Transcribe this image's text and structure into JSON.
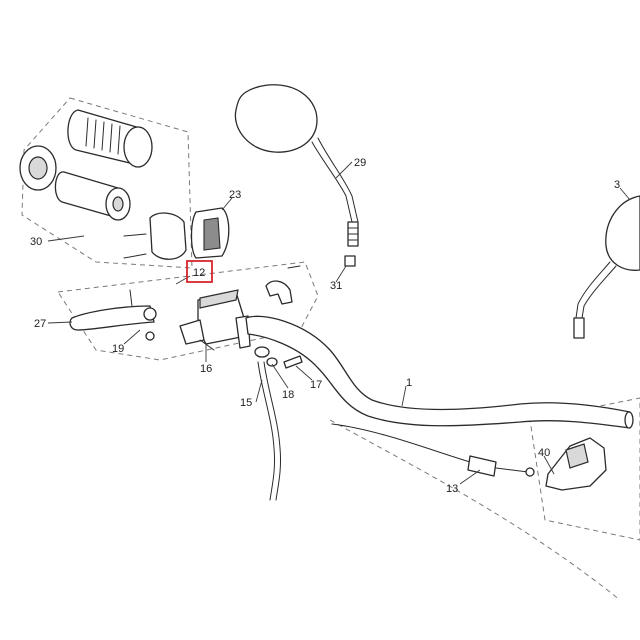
{
  "diagram": {
    "callouts": {
      "c1": "1",
      "c3": "3",
      "c12": "12",
      "c13": "13",
      "c15": "15",
      "c16": "16",
      "c17": "17",
      "c18": "18",
      "c19": "19",
      "c23": "23",
      "c27": "27",
      "c29": "29",
      "c30": "30",
      "c31": "31",
      "c40": "40"
    },
    "highlighted_part": "12",
    "colors": {
      "line": "#2b2b2b",
      "highlight": "#d6262e",
      "background": "#ffffff"
    }
  }
}
